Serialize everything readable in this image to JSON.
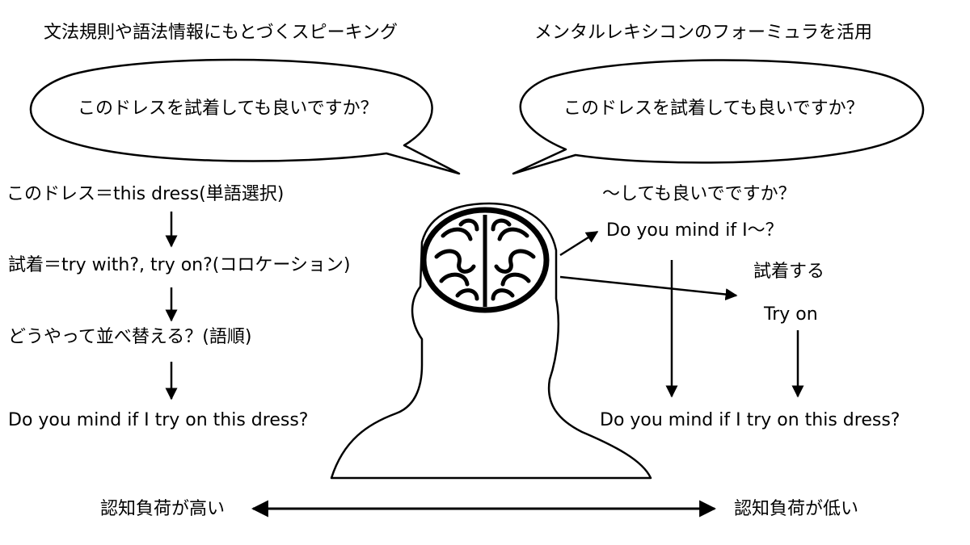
{
  "left": {
    "heading": "文法規則や語法情報にもとづくスピーキング",
    "bubble": "このドレスを試着しても良いですか？",
    "steps": [
      "このドレス＝this dress(単語選択)",
      "試着＝try with?, try on?(コロケーション)",
      "どうやって並べ替える？(語順)",
      "Do you mind if I try on this dress?"
    ]
  },
  "right": {
    "heading": "メンタルレキシコンのフォーミュラを活用",
    "bubble": "このドレスを試着しても良いですか？",
    "chunk_jp": "〜しても良いでですか？",
    "chunk_en": "Do you mind if I〜？",
    "verb_jp": "試着する",
    "verb_en": "Try on",
    "result": "Do you mind if I try on this dress?"
  },
  "scale": {
    "high_label": "認知負荷が高い",
    "low_label": "認知負荷が低い"
  },
  "icons": {
    "center": "head-with-brain-icon"
  }
}
